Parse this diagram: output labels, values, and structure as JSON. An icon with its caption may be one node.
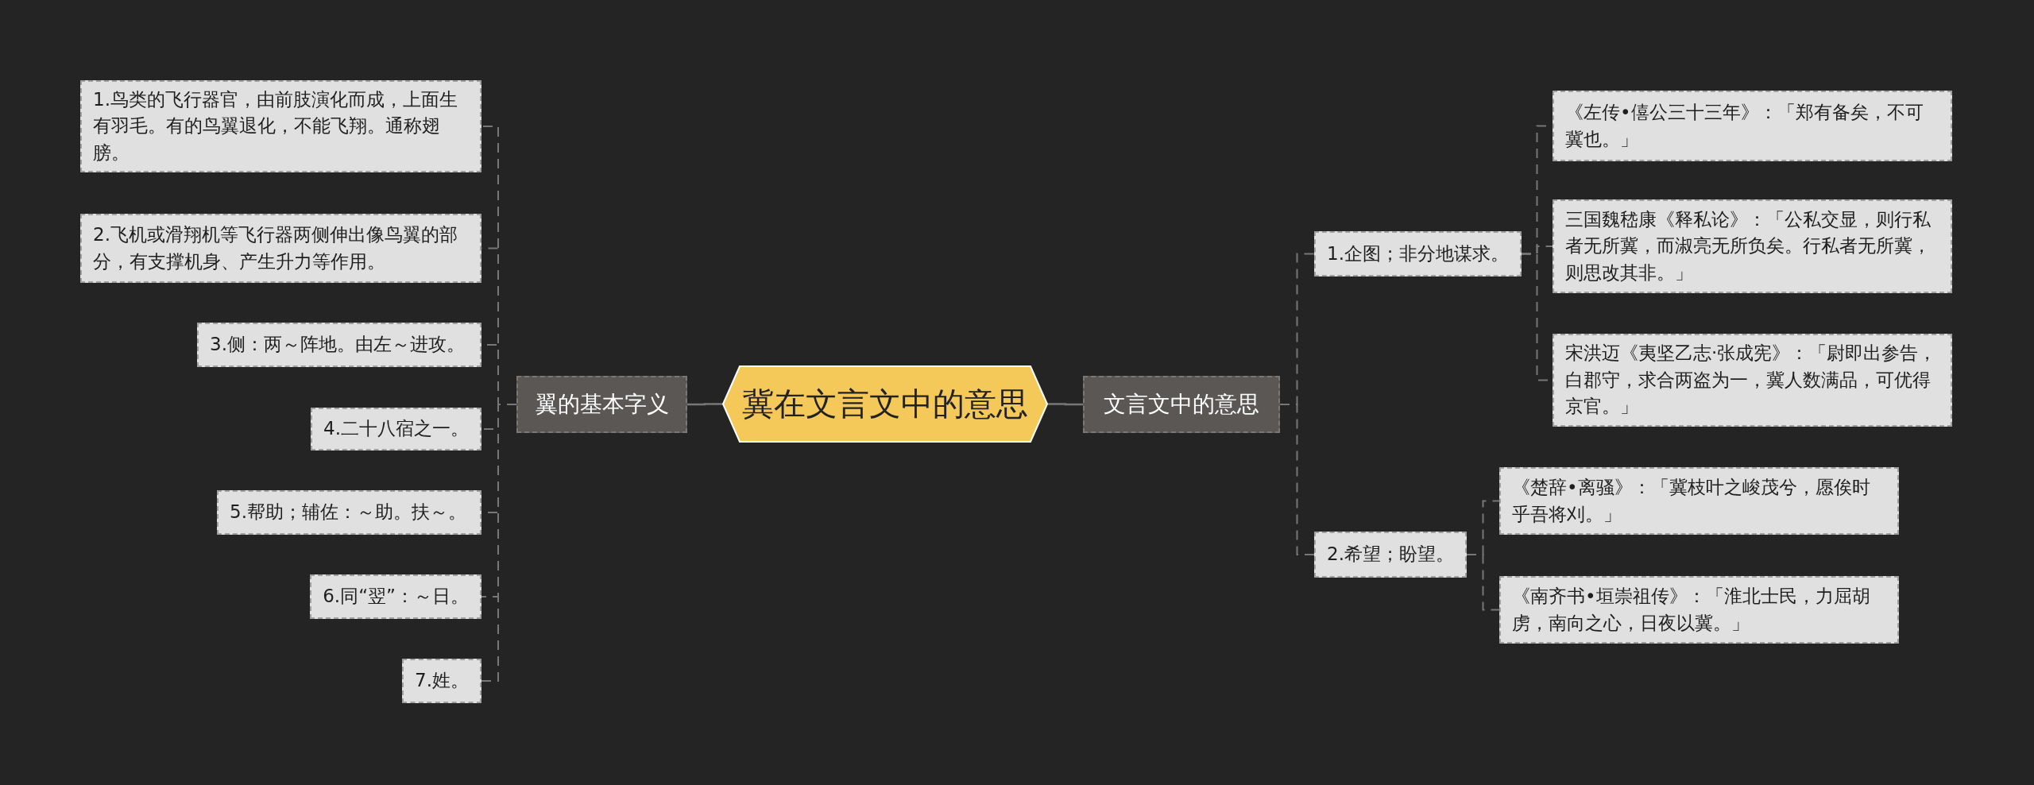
{
  "diagram": {
    "nodes": [
      {
        "text": [
          "冀在文言文中的意思"
        ]
      },
      {
        "text": [
          "翼的基本字义"
        ]
      },
      {
        "text": [
          "文言文中的意思"
        ]
      },
      {
        "text": [
          "1.鸟类的飞行器官，由前肢演化而成，上面生有羽毛。有的鸟翼退化，不能飞翔。通称翅膀。"
        ]
      },
      {
        "text": [
          "2.飞机或滑翔机等飞行器两侧伸出像鸟翼的部分，有支撑机身、产生升力等作用。"
        ]
      },
      {
        "text": [
          "3.侧：两～阵地。由左～进攻。"
        ]
      },
      {
        "text": [
          "4.二十八宿之一。"
        ]
      },
      {
        "text": [
          "5.帮助；辅佐：～助。扶～。"
        ]
      },
      {
        "text": [
          "6.同“翌”：～日。"
        ]
      },
      {
        "text": [
          "7.姓。"
        ]
      },
      {
        "text": [
          "1.企图；非分地谋求。"
        ]
      },
      {
        "text": [
          "2.希望；盼望。"
        ]
      },
      {
        "text": [
          "《左传•僖公三十三年》：「郑有备矣，不可冀也。」"
        ]
      },
      {
        "text": [
          "三国魏嵇康《释私论》：「公私交显，则行私者无所冀，而淑亮无所负矣。行私者无所冀，则思改其非。」"
        ]
      },
      {
        "text": [
          "宋洪迈《夷坚乙志·张成宪》：「尉即出参告，白郡守，求合两盗为一，冀人数满品，可优得京官。」"
        ]
      },
      {
        "text": [
          "《楚辞•离骚》：「冀枝叶之峻茂兮，愿俟时乎吾将刈。」"
        ]
      },
      {
        "text": [
          "《南齐书•垣崇祖传》：「淮北士民，力屈胡虏，南向之心，日夜以冀。」"
        ]
      }
    ],
    "edges": [
      {
        "from": 0,
        "to": 1,
        "arrow": "none"
      },
      {
        "from": 0,
        "to": 2,
        "arrow": "none"
      },
      {
        "from": 1,
        "to": 3,
        "arrow": "none",
        "style": "dashed"
      },
      {
        "from": 1,
        "to": 4,
        "arrow": "none",
        "style": "dashed"
      },
      {
        "from": 1,
        "to": 5,
        "arrow": "none",
        "style": "dashed"
      },
      {
        "from": 1,
        "to": 6,
        "arrow": "none",
        "style": "dashed"
      },
      {
        "from": 1,
        "to": 7,
        "arrow": "none",
        "style": "dashed"
      },
      {
        "from": 1,
        "to": 8,
        "arrow": "none",
        "style": "dashed"
      },
      {
        "from": 1,
        "to": 9,
        "arrow": "none",
        "style": "dashed"
      },
      {
        "from": 2,
        "to": 10,
        "arrow": "none",
        "style": "dashed"
      },
      {
        "from": 2,
        "to": 11,
        "arrow": "none",
        "style": "dashed"
      },
      {
        "from": 10,
        "to": 12,
        "arrow": "none",
        "style": "dashed"
      },
      {
        "from": 10,
        "to": 13,
        "arrow": "none",
        "style": "dashed"
      },
      {
        "from": 10,
        "to": 14,
        "arrow": "none",
        "style": "dashed"
      },
      {
        "from": 11,
        "to": 15,
        "arrow": "none",
        "style": "dashed"
      },
      {
        "from": 11,
        "to": 16,
        "arrow": "none",
        "style": "dashed"
      }
    ]
  }
}
